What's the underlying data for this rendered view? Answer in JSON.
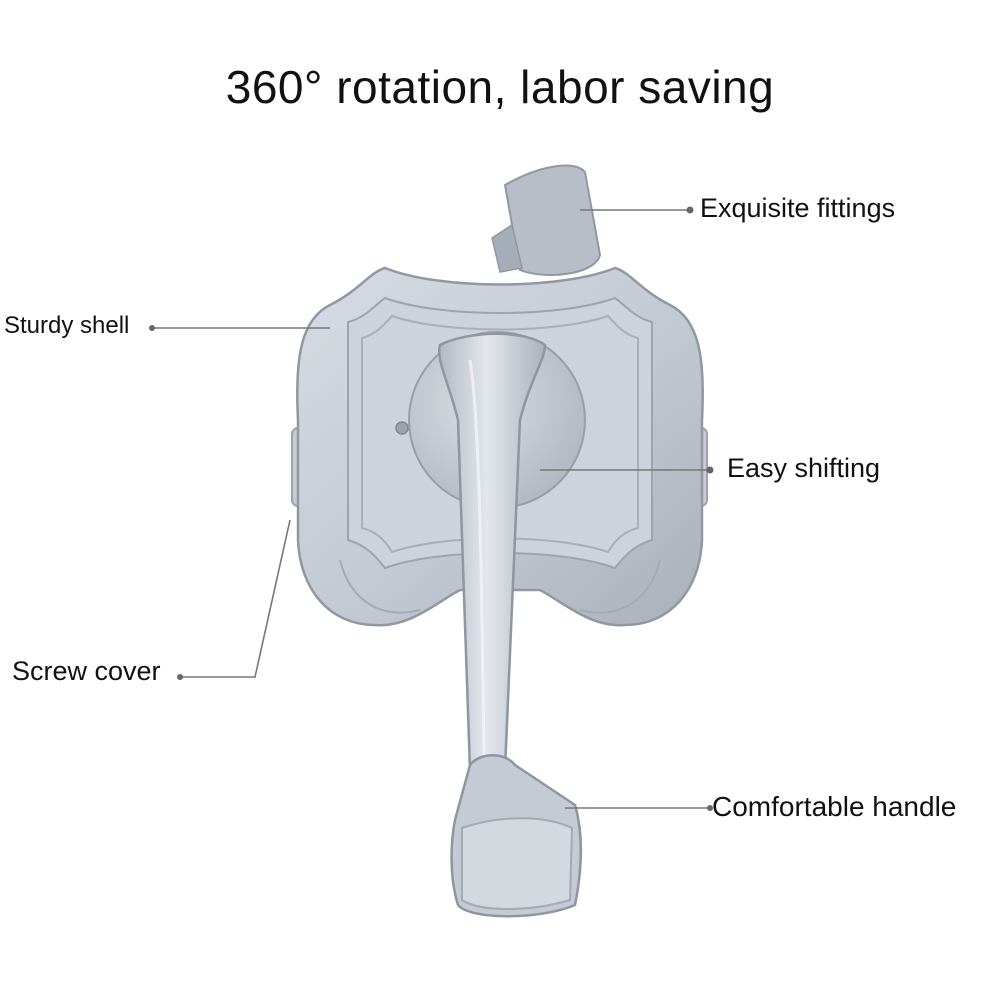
{
  "title": "360° rotation, labor saving",
  "callouts": {
    "exquisite_fittings": "Exquisite fittings",
    "sturdy_shell": "Sturdy shell",
    "easy_shifting": "Easy shifting",
    "screw_cover": "Screw cover",
    "comfortable_handle": "Comfortable handle"
  },
  "colors": {
    "metal_light": "#cfd5dd",
    "metal_mid": "#b9c0ca",
    "metal_dark": "#9aa3ae",
    "leader_line": "#777777",
    "text": "#111111"
  }
}
